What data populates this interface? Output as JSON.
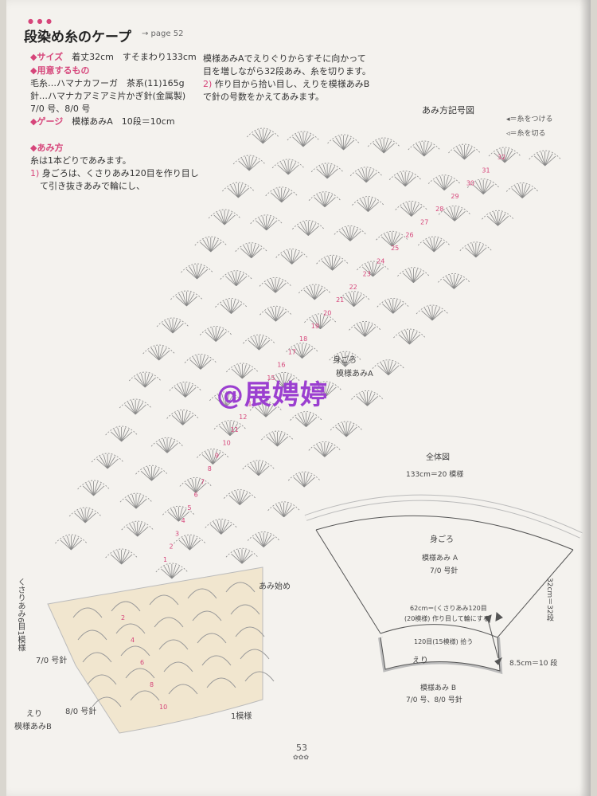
{
  "header": {
    "title": "段染め糸のケープ",
    "page_ref": "→ page 52"
  },
  "spec": {
    "size_label": "サイズ",
    "size_value": "着丈32cm　すそまわり133cm",
    "materials_label": "用意するもの",
    "yarn": "毛糸…ハマナカフーガ　茶系(11)165g",
    "hook": "針…ハマナカアミアミ片かぎ針(金属製)",
    "hook_sizes": "7/0 号、8/0 号",
    "gauge_label": "ゲージ",
    "gauge_value": "模様あみA　10段＝10cm"
  },
  "method": {
    "label": "あみ方",
    "line1": "糸は1本どりであみます。",
    "step1_num": "1)",
    "step1_a": "身ごろは、くさりあみ120目を作り目し",
    "step1_b": "て引き抜きあみで輪にし、",
    "step1_c": "模様あみAでえりぐりからすそに向かって",
    "step1_d": "目を増しながら32段あみ、糸を切ります。",
    "step2_num": "2)",
    "step2_a": "作り目から拾い目し、えりを模様あみB",
    "step2_b": "で針の号数をかえてあみます。"
  },
  "diagram": {
    "title": "あみ方記号図",
    "legend_attach": "＝糸をつける",
    "legend_cut": "＝糸を切る",
    "body_label": "身ごろ",
    "body_pattern": "模様あみA",
    "start_label": "あみ始め",
    "chain_side": "くさりあみ6目1模様",
    "hook_7": "7/0 号針",
    "collar_label": "えり",
    "collar_pattern": "模様あみB",
    "hook_8": "8/0 号針",
    "one_repeat": "1模様",
    "row_numbers": [
      "1",
      "2",
      "3",
      "4",
      "5",
      "6",
      "7",
      "8",
      "9",
      "10",
      "11",
      "12",
      "13",
      "14",
      "15",
      "16",
      "17",
      "18",
      "19",
      "20",
      "21",
      "22",
      "23",
      "24",
      "25",
      "26",
      "27",
      "28",
      "29",
      "30",
      "31",
      "32"
    ],
    "collar_row_numbers": [
      "2",
      "4",
      "6",
      "8",
      "10"
    ]
  },
  "overview": {
    "title": "全体図",
    "top_measure": "133cm＝20 模様",
    "body_label": "身ごろ",
    "body_pattern": "模様あみ A",
    "body_hook": "7/0 号針",
    "side_measure": "32cm＝32段",
    "chain_note_1": "62cm＝(くさりあみ120目",
    "chain_note_2": "(20模様) 作り目して輪にする",
    "collar_pick": "120目(15模様) 拾う",
    "collar_label": "えり",
    "collar_side": "8.5cm＝10 段",
    "collar_pattern": "模様あみ B",
    "collar_hook": "7/0 号、8/0 号針"
  },
  "watermark": "@展娉婷",
  "page_number": "53",
  "colors": {
    "accent": "#d6457a",
    "collar_fill": "#f1e6cf",
    "watermark": "#9b3fd0"
  }
}
